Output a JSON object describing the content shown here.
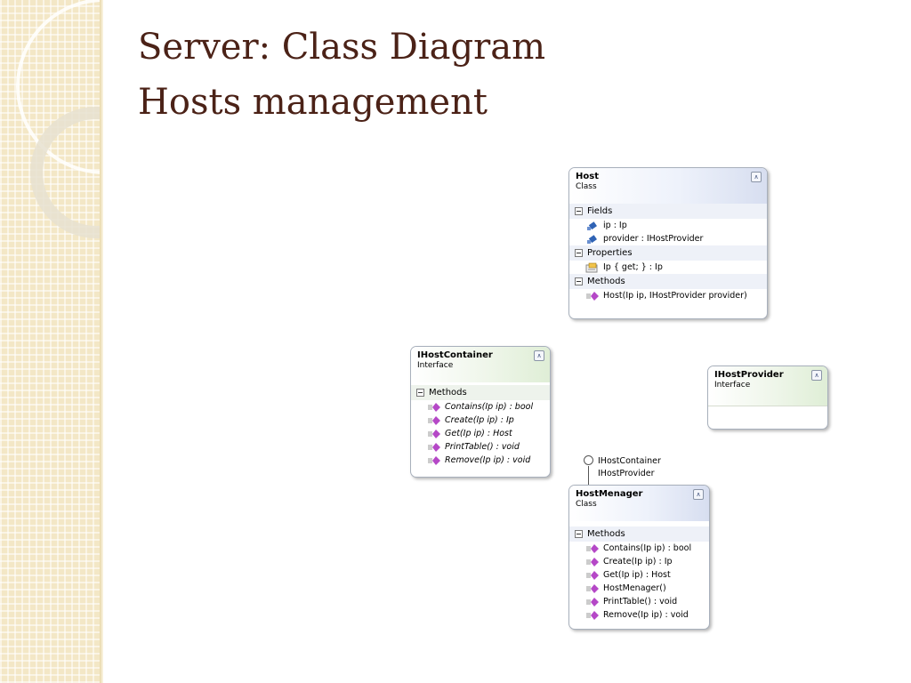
{
  "title": {
    "line1": "Server: Class Diagram",
    "line2": "Hosts management"
  },
  "lollipop": {
    "labels": [
      "IHostContainer",
      "IHostProvider"
    ]
  },
  "classes": {
    "host": {
      "name": "Host",
      "kind": "Class",
      "sections": {
        "fields": {
          "label": "Fields",
          "items": [
            "ip : Ip",
            "provider : IHostProvider"
          ]
        },
        "properties": {
          "label": "Properties",
          "items": [
            "Ip { get; } : Ip"
          ]
        },
        "methods": {
          "label": "Methods",
          "items": [
            "Host(Ip ip, IHostProvider provider)"
          ]
        }
      }
    },
    "ihostcontainer": {
      "name": "IHostContainer",
      "kind": "Interface",
      "sections": {
        "methods": {
          "label": "Methods",
          "items": [
            "Contains(Ip ip) : bool",
            "Create(Ip ip) : Ip",
            "Get(Ip ip) : Host",
            "PrintTable() : void",
            "Remove(Ip ip) : void"
          ]
        }
      }
    },
    "ihostprovider": {
      "name": "IHostProvider",
      "kind": "Interface"
    },
    "hostmenager": {
      "name": "HostMenager",
      "kind": "Class",
      "sections": {
        "methods": {
          "label": "Methods",
          "items": [
            "Contains(Ip ip) : bool",
            "Create(Ip ip) : Ip",
            "Get(Ip ip) : Host",
            "HostMenager()",
            "PrintTable() : void",
            "Remove(Ip ip) : void"
          ]
        }
      }
    }
  },
  "colors": {
    "title": "#4b2217",
    "side_band": "#f3e7c6",
    "method_icon": "#b548c7",
    "field_icon": "#2f63b5"
  }
}
